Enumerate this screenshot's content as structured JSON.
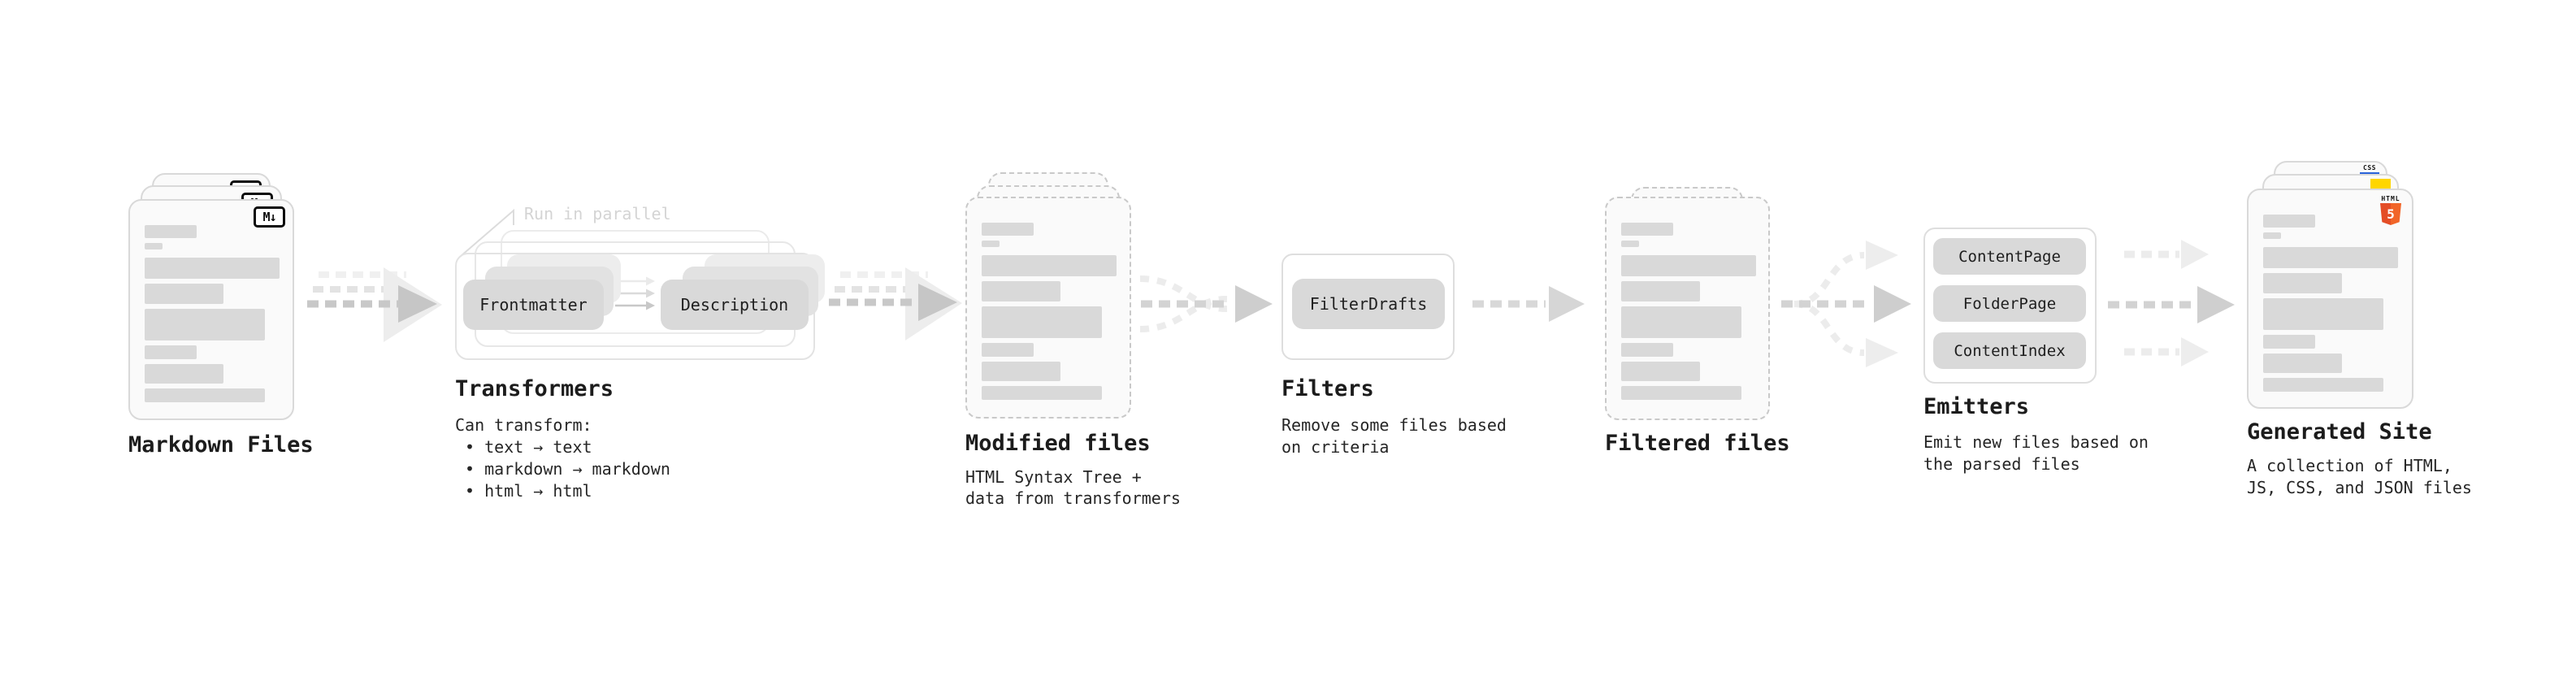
{
  "stages": {
    "markdown_files": {
      "label": "Markdown Files"
    },
    "transformers": {
      "label": "Transformers",
      "note": "Run in parallel",
      "chips": [
        "Frontmatter",
        "Description"
      ],
      "desc_heading": "Can transform:",
      "bullets": [
        "• text → text",
        "• markdown → markdown",
        "• html → html"
      ]
    },
    "modified_files": {
      "label": "Modified files",
      "desc_lines": [
        "HTML Syntax Tree +",
        "data from transformers"
      ]
    },
    "filters": {
      "label": "Filters",
      "chips": [
        "FilterDrafts"
      ],
      "desc_lines": [
        "Remove some files based",
        "on criteria"
      ]
    },
    "filtered_files": {
      "label": "Filtered files"
    },
    "emitters": {
      "label": "Emitters",
      "chips": [
        "ContentPage",
        "FolderPage",
        "ContentIndex"
      ],
      "desc_lines": [
        "Emit new files based on",
        "the parsed files"
      ]
    },
    "generated_site": {
      "label": "Generated Site",
      "desc_lines": [
        "A collection of HTML,",
        "JS, CSS, and JSON files"
      ]
    }
  },
  "icons": {
    "markdown_label": "M↓",
    "html5_wordmark": "HTML",
    "html5_digit": "5",
    "css_label": "CSS"
  },
  "colors": {
    "html5_orange": "#e44d26",
    "js_yellow": "#ffd600",
    "css_blue": "#2962d9",
    "chip_fill": "#d9d9d9",
    "note_gray": "#d4d4d4",
    "arrow_dark": "#c8c8c8",
    "arrow_light": "#ececec"
  }
}
